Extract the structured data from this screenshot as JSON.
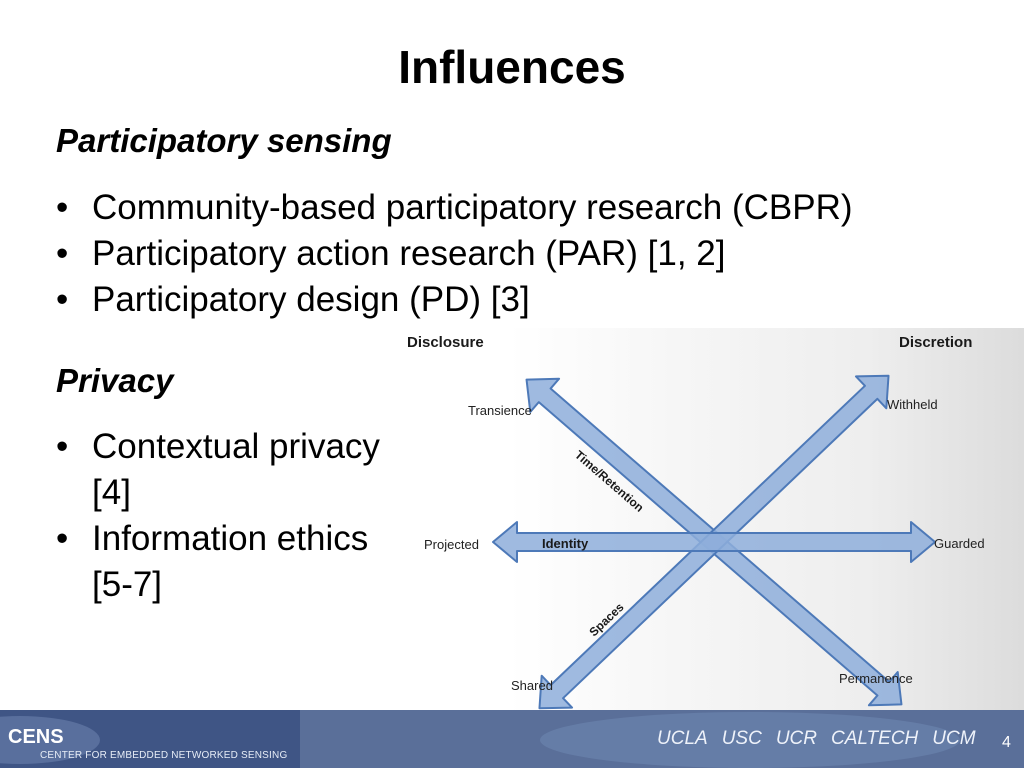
{
  "slide": {
    "title": "Influences",
    "section1": {
      "heading": "Participatory sensing",
      "bullets": [
        "Community-based participatory research (CBPR)",
        "Participatory action research (PAR) [1, 2]",
        "Participatory design (PD) [3]"
      ]
    },
    "section2": {
      "heading": "Privacy",
      "bullets": [
        {
          "line1": "Contextual privacy",
          "line2": "[4]"
        },
        {
          "line1": "Information ethics",
          "line2": "[5-7]"
        }
      ]
    },
    "bullet_char": "•"
  },
  "diagram": {
    "header_left": "Disclosure",
    "header_right": "Discretion",
    "labels": {
      "transience": "Transience",
      "withheld": "Withheld",
      "projected": "Projected",
      "guarded": "Guarded",
      "shared": "Shared",
      "permanence": "Permanence"
    },
    "axes": {
      "time_retention": "Time/Retention",
      "identity": "Identity",
      "spaces": "Spaces"
    },
    "arrow_fill": "#8eaedb",
    "arrow_stroke": "#4d79b8"
  },
  "footer": {
    "logo": "CENS",
    "org_name": "CENTER FOR EMBEDDED NETWORKED SENSING",
    "universities": [
      "UCLA",
      "USC",
      "UCR",
      "CALTECH",
      "UCM"
    ],
    "page_number": "4"
  }
}
